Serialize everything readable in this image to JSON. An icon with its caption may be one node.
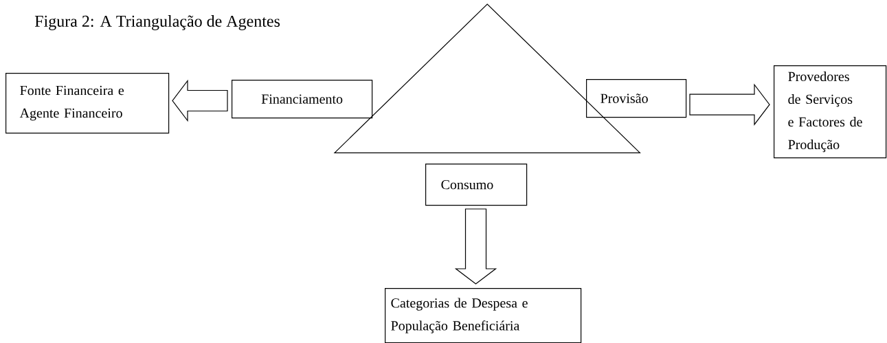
{
  "diagram": {
    "title": "Figura 2: A Triangulação de Agentes",
    "nodes": [
      {
        "text": [],
        "shape": "triangle"
      },
      {
        "text": [
          "Fonte Financeira e Agente Financeiro"
        ]
      },
      {
        "text": [
          "Financiamento"
        ]
      },
      {
        "text": [
          "Provisão"
        ]
      },
      {
        "text": [
          "Provedores de Serviços e Factores de Produção"
        ]
      },
      {
        "text": [
          "Consumo"
        ]
      },
      {
        "text": [
          "Categorias de Despesa e População Beneficiária"
        ]
      }
    ],
    "edges": [
      {
        "from": 2,
        "to": 1,
        "arrow": "to"
      },
      {
        "from": 3,
        "to": 4,
        "arrow": "to"
      },
      {
        "from": 5,
        "to": 6,
        "arrow": "to"
      }
    ]
  }
}
